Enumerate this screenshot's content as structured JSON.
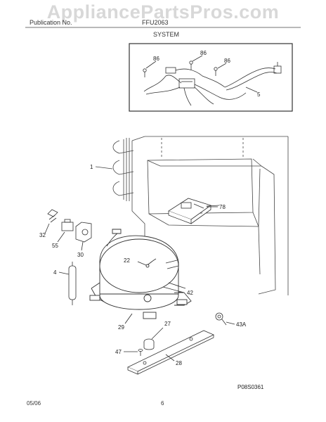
{
  "watermark": "AppliancePartsPros.com",
  "header": {
    "left": "Publication No.",
    "right": "FFU2063",
    "section": "SYSTEM"
  },
  "callouts": {
    "c86a": "86",
    "c86b": "86",
    "c86c": "86",
    "c5": "5",
    "c1": "1",
    "c78": "78",
    "c32": "32",
    "c55": "55",
    "c30": "30",
    "c22": "22",
    "c4": "4",
    "c42": "42",
    "c29": "29",
    "c27": "27",
    "c43a": "43A",
    "c47": "47",
    "c28": "28"
  },
  "drawing_id": "P08S0361",
  "footer": {
    "date": "05/06",
    "page": "6"
  }
}
